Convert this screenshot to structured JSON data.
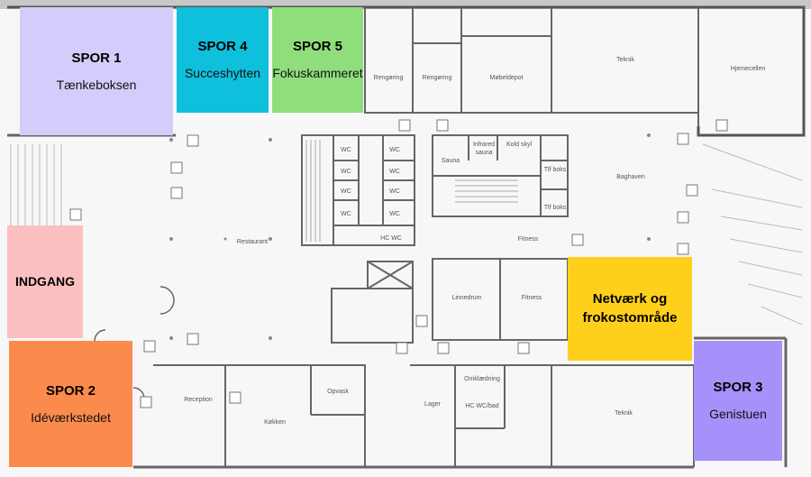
{
  "zones": {
    "spor1": {
      "title": "SPOR 1",
      "name": "Tænkeboksen",
      "color": "#d6ccfb"
    },
    "spor4": {
      "title": "SPOR 4",
      "name": "Succeshytten",
      "color": "#0fc0dc"
    },
    "spor5": {
      "title": "SPOR 5",
      "name": "Fokuskammeret",
      "color": "#90dd7c"
    },
    "indgang": {
      "title": "INDGANG",
      "color": "#fcbfbf"
    },
    "spor2": {
      "title": "SPOR 2",
      "name": "Idéværkstedet",
      "color": "#fb8b4c"
    },
    "netvaerk": {
      "title_line1": "Netværk og",
      "title_line2": "frokostområde",
      "color": "#fed01c"
    },
    "spor3": {
      "title": "SPOR 3",
      "name": "Genistuen",
      "color": "#a691fa"
    }
  },
  "rooms": {
    "rengoring1": "Rengøring",
    "rengoring2": "Rengøring",
    "mobeldepot": "Møbeldepot",
    "teknik_top": "Teknik",
    "hjemecellen": "Hjemecellen",
    "wc": "WC",
    "hc_wc": "HC WC",
    "sauna": "Sauna",
    "infrared_sauna_1": "Infrared",
    "infrared_sauna_2": "sauna",
    "kold_skyl": "Kold skyl",
    "tlf_boks": "Tlf boks",
    "baghaven": "Baghaven",
    "restaurant": "Restaurant",
    "fitness": "Fitness",
    "linnedrum": "Linnedrum",
    "reception": "Reception",
    "opvask": "Opvask",
    "kokken": "Køkken",
    "lager": "Lager",
    "omklaedning": "Omklædning",
    "hc_wc_bad": "HC WC/bad",
    "teknik_bottom": "Teknik"
  }
}
